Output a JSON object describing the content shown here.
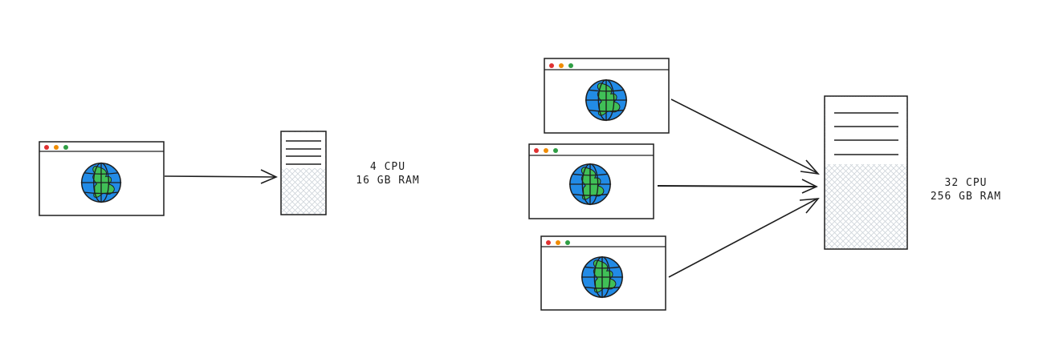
{
  "colors": {
    "stroke": "#1e1e1e",
    "globe_water": "#228be6",
    "globe_land": "#40c057",
    "dot_red": "#e03131",
    "dot_yellow": "#f08c00",
    "dot_green": "#2f9e44",
    "server_hatch": "#ced4da"
  },
  "icons": {
    "browser": "browser-window-icon",
    "globe": "globe-icon",
    "server": "server-tower-icon"
  },
  "small_setup": {
    "browsers": 1,
    "server_specs": {
      "cpu": "4 CPU",
      "ram": "16 GB RAM"
    }
  },
  "large_setup": {
    "browsers": 3,
    "server_specs": {
      "cpu": "32 CPU",
      "ram": "256 GB RAM"
    }
  }
}
